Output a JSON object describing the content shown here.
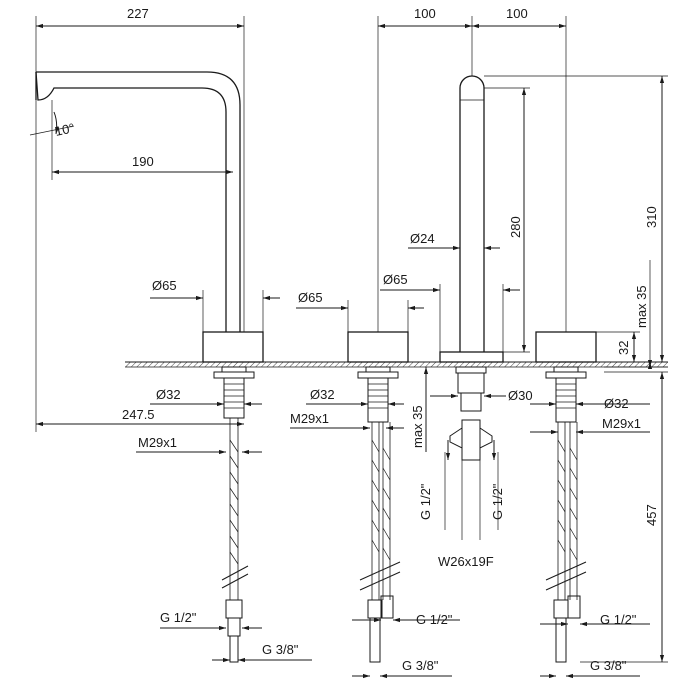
{
  "drawing": {
    "dims": {
      "spout_width": "227",
      "spout_angle": "10°",
      "spout_reach": "190",
      "rosette_left": "Ø65",
      "rosette_mid": "Ø65",
      "rosette_tall": "Ø65",
      "shank_left": "Ø32",
      "shank_mid": "Ø32",
      "shank_right": "Ø32",
      "total_width": "247.5",
      "thread_left": "M29x1",
      "thread_mid": "M29x1",
      "thread_right": "M29x1",
      "spacing_left": "100",
      "spacing_right": "100",
      "tube_dia": "Ø24",
      "tube_height": "280",
      "total_height": "310",
      "deck_max_right": "max 35",
      "rosette_height": "32",
      "deck_max_mid": "max 35",
      "tall_shank": "Ø30",
      "conn_left": "G 1/2\"",
      "conn_right": "G 1/2\"",
      "wrench": "W26x19F",
      "hose_length": "457",
      "hose_g12_left": "G 1/2\"",
      "hose_g38_left": "G 3/8\"",
      "hose_g12_mid": "G 1/2\"",
      "hose_g38_mid": "G 3/8\"",
      "hose_g12_right": "G 1/2\"",
      "hose_g38_right": "G 3/8\""
    }
  }
}
